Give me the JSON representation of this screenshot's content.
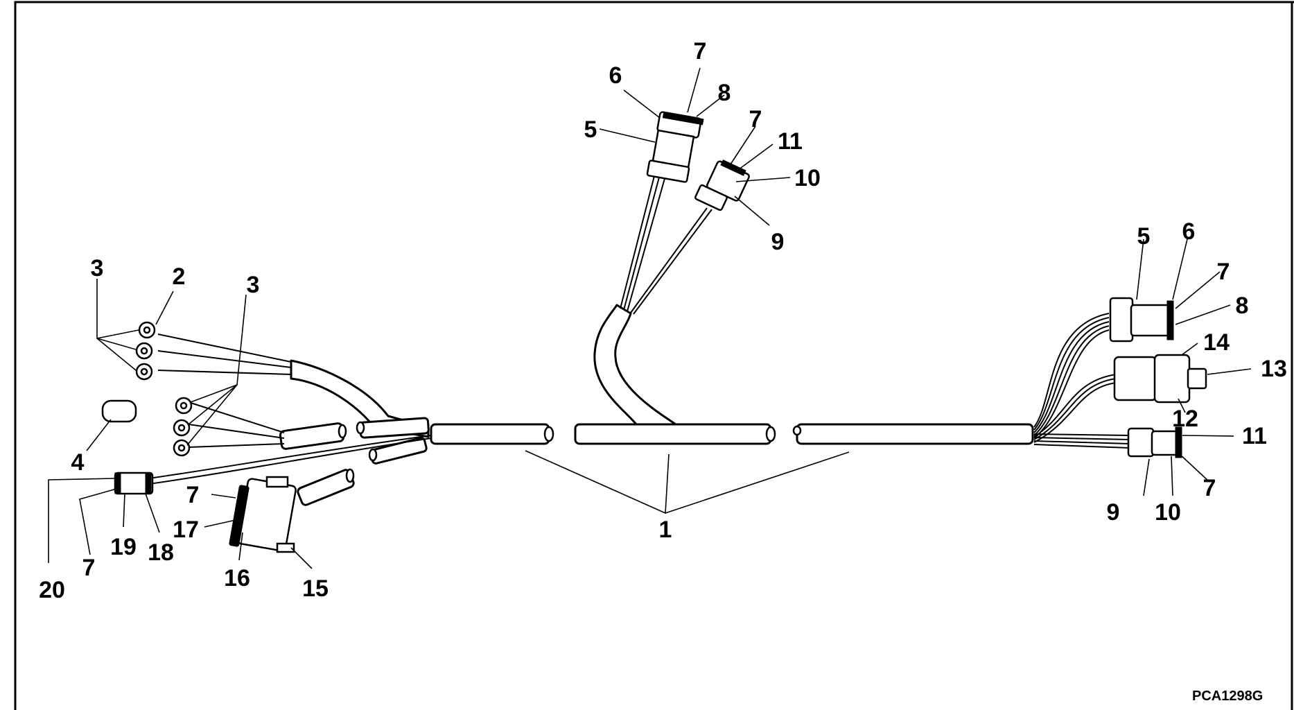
{
  "figure_code": "PCA1298G",
  "callouts": [
    {
      "label": "1"
    },
    {
      "label": "2"
    },
    {
      "label": "3"
    },
    {
      "label": "3"
    },
    {
      "label": "4"
    },
    {
      "label": "5"
    },
    {
      "label": "6"
    },
    {
      "label": "7"
    },
    {
      "label": "8"
    },
    {
      "label": "7"
    },
    {
      "label": "11"
    },
    {
      "label": "10"
    },
    {
      "label": "9"
    },
    {
      "label": "5"
    },
    {
      "label": "6"
    },
    {
      "label": "7"
    },
    {
      "label": "8"
    },
    {
      "label": "14"
    },
    {
      "label": "13"
    },
    {
      "label": "12"
    },
    {
      "label": "11"
    },
    {
      "label": "7"
    },
    {
      "label": "9"
    },
    {
      "label": "10"
    },
    {
      "label": "20"
    },
    {
      "label": "7"
    },
    {
      "label": "19"
    },
    {
      "label": "18"
    },
    {
      "label": "7"
    },
    {
      "label": "17"
    },
    {
      "label": "16"
    },
    {
      "label": "15"
    }
  ]
}
